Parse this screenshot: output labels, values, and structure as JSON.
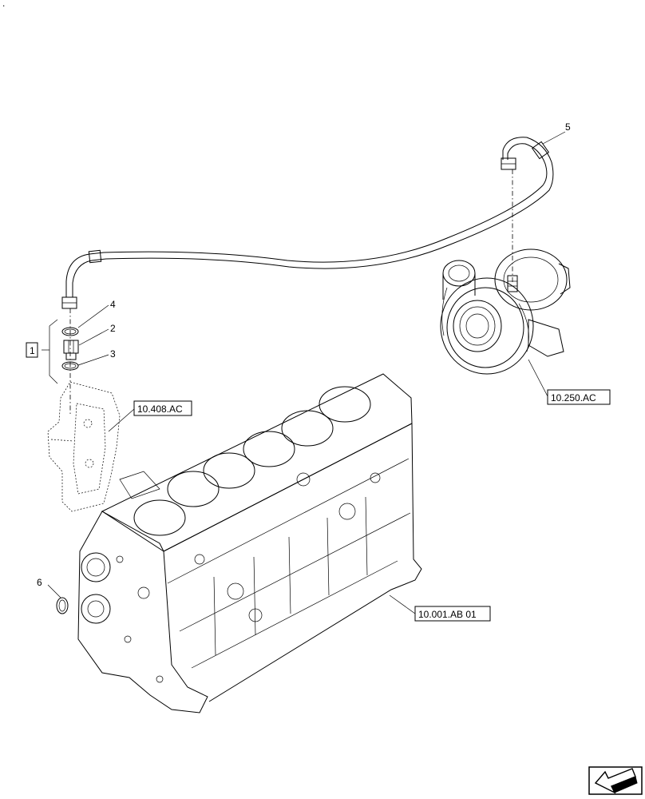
{
  "corner_mark": ".",
  "callouts": {
    "item_1": "1",
    "item_2": "2",
    "item_3": "3",
    "item_4": "4",
    "item_5": "5",
    "item_6": "6"
  },
  "references": {
    "plate": "10.408.AC",
    "turbocharger": "10.250.AC",
    "engine_block": "10.001.AB 01"
  },
  "icons": {
    "navigation": "previous-page-arrow-icon"
  }
}
